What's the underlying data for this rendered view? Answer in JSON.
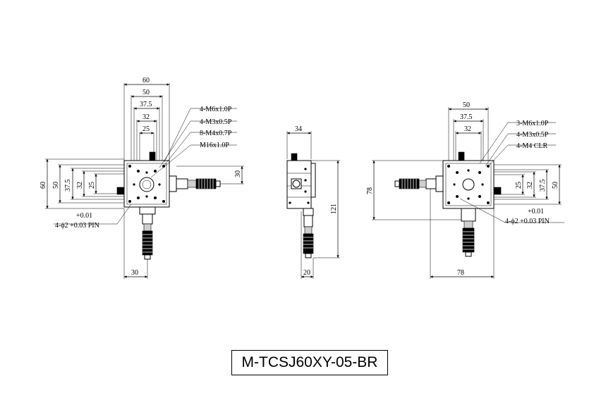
{
  "model": "M-TCSJ60XY-05-BR",
  "left_view": {
    "dims_top": [
      "60",
      "50",
      "37.5",
      "32",
      "25"
    ],
    "dims_left": [
      "60",
      "50",
      "37.5",
      "32",
      "25"
    ],
    "dim_right": "30",
    "dim_bottom": "30",
    "callouts": [
      "4-M6x1.0P",
      "4-M3x0.5P",
      "8-M4x0.7P",
      "M16x1.0P"
    ],
    "pin_tolerance": "+0.01",
    "pin_label": "4-ϕ2 +0.03 PIN"
  },
  "side_view": {
    "dim_top": "34",
    "dim_right": "121",
    "dim_bottom": "20"
  },
  "right_view": {
    "dims_top": [
      "50",
      "37.5",
      "32"
    ],
    "dims_right": [
      "25",
      "32",
      "37.5",
      "50"
    ],
    "dim_left": "78",
    "dim_bottom": "78",
    "callouts": [
      "3-M6x1.0P",
      "4-M3x0.5P",
      "4-M4 CLR"
    ],
    "pin_tolerance": "+0.01",
    "pin_label": "4-ϕ2 +0.03 PIN"
  }
}
